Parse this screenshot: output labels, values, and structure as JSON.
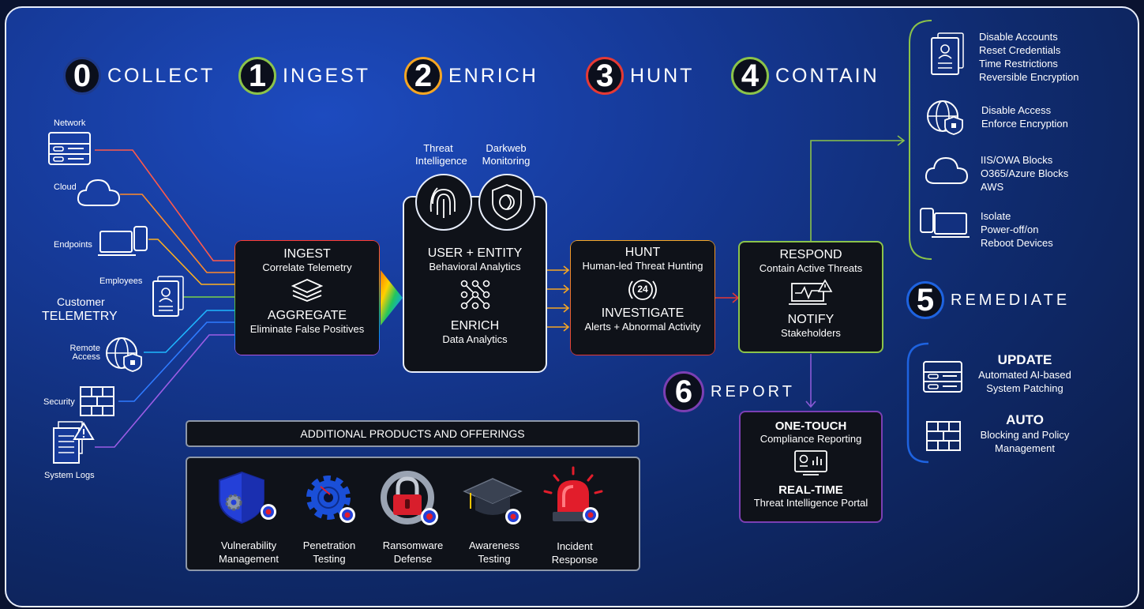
{
  "phases": [
    {
      "num": "0",
      "label": "COLLECT",
      "color": "#1e3a8a"
    },
    {
      "num": "1",
      "label": "INGEST",
      "color": "#8bc34a"
    },
    {
      "num": "2",
      "label": "ENRICH",
      "color": "#f5a623"
    },
    {
      "num": "3",
      "label": "HUNT",
      "color": "#e53935"
    },
    {
      "num": "4",
      "label": "CONTAIN",
      "color": "#8bc34a"
    },
    {
      "num": "5",
      "label": "REMEDIATE",
      "color": "#1e63e0"
    },
    {
      "num": "6",
      "label": "REPORT",
      "color": "#7b3fb3"
    }
  ],
  "sources": {
    "network": "Network",
    "cloud": "Cloud",
    "endpoints": "Endpoints",
    "employees": "Employees",
    "customer": "Customer",
    "telemetry": "TELEMETRY",
    "remote_line1": "Remote",
    "remote_line2": "Access",
    "security": "Security",
    "system_logs": "System Logs"
  },
  "ingest": {
    "title": "INGEST",
    "subtitle": "Correlate Telemetry",
    "title2": "AGGREGATE",
    "subtitle2": "Eliminate False Positives"
  },
  "enrich": {
    "ti_line1": "Threat",
    "ti_line2": "Intelligence",
    "dw_line1": "Darkweb",
    "dw_line2": "Monitoring",
    "title": "USER + ENTITY",
    "subtitle": "Behavioral Analytics",
    "title2": "ENRICH",
    "subtitle2": "Data Analytics"
  },
  "hunt": {
    "title": "HUNT",
    "subtitle": "Human-led Threat Hunting",
    "icon_text": "24",
    "title2": "INVESTIGATE",
    "subtitle2": "Alerts + Abnormal Activity"
  },
  "respond": {
    "title": "RESPOND",
    "subtitle": "Contain Active Threats",
    "title2": "NOTIFY",
    "subtitle2": "Stakeholders"
  },
  "report": {
    "title": "ONE-TOUCH",
    "subtitle": "Compliance Reporting",
    "title2": "REAL-TIME",
    "subtitle2": "Threat Intelligence Portal"
  },
  "contain_actions": [
    {
      "lines": [
        "Disable Accounts",
        "Reset Credentials",
        "Time Restrictions",
        "Reversible Encryption"
      ],
      "icon": "id-card-icon"
    },
    {
      "lines": [
        "Disable Access",
        "Enforce Encryption"
      ],
      "icon": "globe-lock-icon"
    },
    {
      "lines": [
        "IIS/OWA Blocks",
        "O365/Azure Blocks",
        "AWS"
      ],
      "icon": "cloud-icon"
    },
    {
      "lines": [
        "Isolate",
        "Power-off/on",
        "Reboot Devices"
      ],
      "icon": "devices-icon"
    }
  ],
  "remediate": {
    "update_title": "UPDATE",
    "update_line1": "Automated AI-based",
    "update_line2": "System Patching",
    "auto_title": "AUTO",
    "auto_line1": "Blocking and Policy",
    "auto_line2": "Management"
  },
  "products": {
    "header": "ADDITIONAL PRODUCTS AND OFFERINGS",
    "items": [
      {
        "line1": "Vulnerability",
        "line2": "Management"
      },
      {
        "line1": "Penetration",
        "line2": "Testing"
      },
      {
        "line1": "Ransomware",
        "line2": "Defense"
      },
      {
        "line1": "Awareness",
        "line2": "Testing"
      },
      {
        "line1": "Incident",
        "line2": "Response"
      }
    ]
  }
}
